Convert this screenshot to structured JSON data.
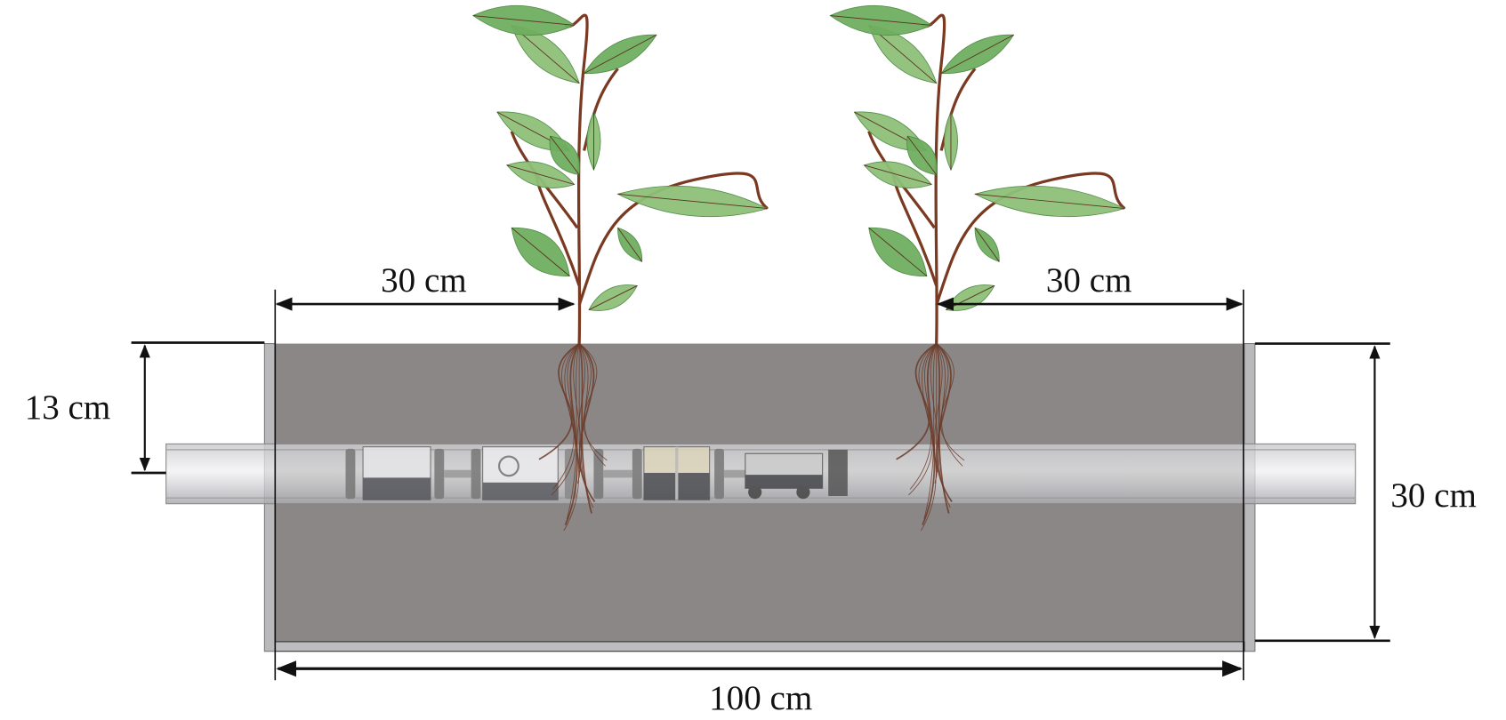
{
  "labels": {
    "left_plant_distance": "30 cm",
    "right_plant_distance": "30 cm",
    "pipe_depth": "13 cm",
    "box_height": "30 cm",
    "box_length": "100 cm"
  },
  "colors": {
    "soil": "#8a8786",
    "frame": "#b9b9bc",
    "leaf": "#6fae5f",
    "leaf_light": "#8fc07a",
    "stem": "#7a3a22",
    "root": "#6b3a28",
    "pipe": "#d8d8dc"
  }
}
